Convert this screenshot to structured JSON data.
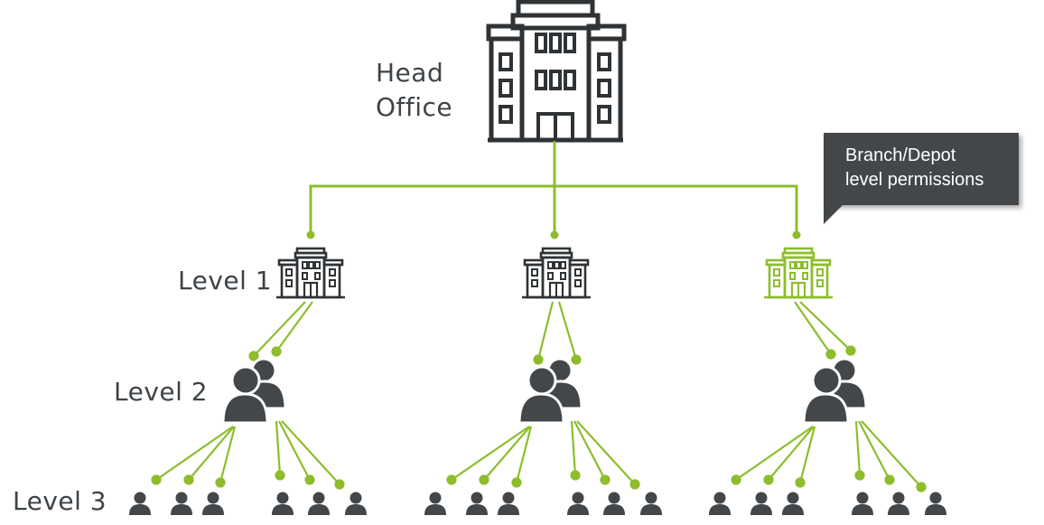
{
  "head_office": {
    "label_line1": "Head",
    "label_line2": "Office"
  },
  "levels": {
    "level1": "Level 1",
    "level2": "Level 2",
    "level3": "Level 3"
  },
  "callout": {
    "line1": "Branch/Depot",
    "line2": "level permissions"
  },
  "branches": [
    {
      "icon": "building-icon",
      "highlighted": false
    },
    {
      "icon": "building-icon",
      "highlighted": false
    },
    {
      "icon": "building-icon",
      "highlighted": true
    }
  ],
  "colors": {
    "connector": "#8dbd2d",
    "icon_dark": "#2f3336",
    "user_fill": "#43474a",
    "label": "#3d4347"
  }
}
